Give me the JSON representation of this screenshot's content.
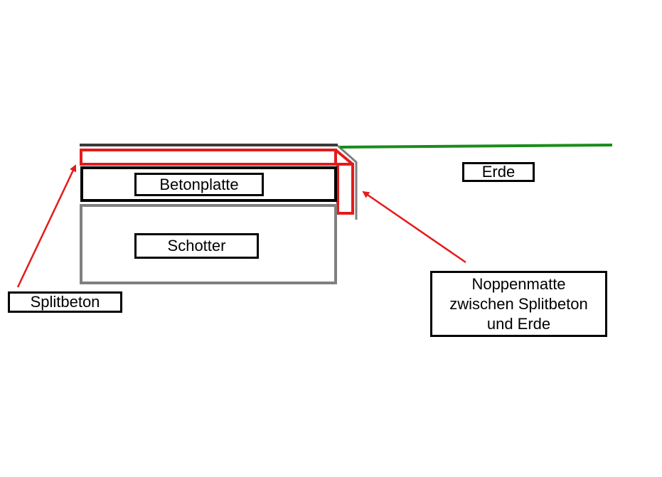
{
  "labels": {
    "betonplatte": "Betonplatte",
    "schotter": "Schotter",
    "erde": "Erde",
    "splitbeton": "Splitbeton",
    "noppenmatte": {
      "line1": "Noppenmatte",
      "line2": "zwischen Splitbeton",
      "line3": "und Erde"
    }
  },
  "colors": {
    "splitbeton_layer": "#e41b1b",
    "betonplatte_outline": "#000000",
    "schotter_outline": "#808080",
    "ground_line": "#1a8c1a",
    "top_edge": "#3a3a3a",
    "noppenmatte": "#7f7f7f",
    "arrow": "#e41b1b"
  }
}
